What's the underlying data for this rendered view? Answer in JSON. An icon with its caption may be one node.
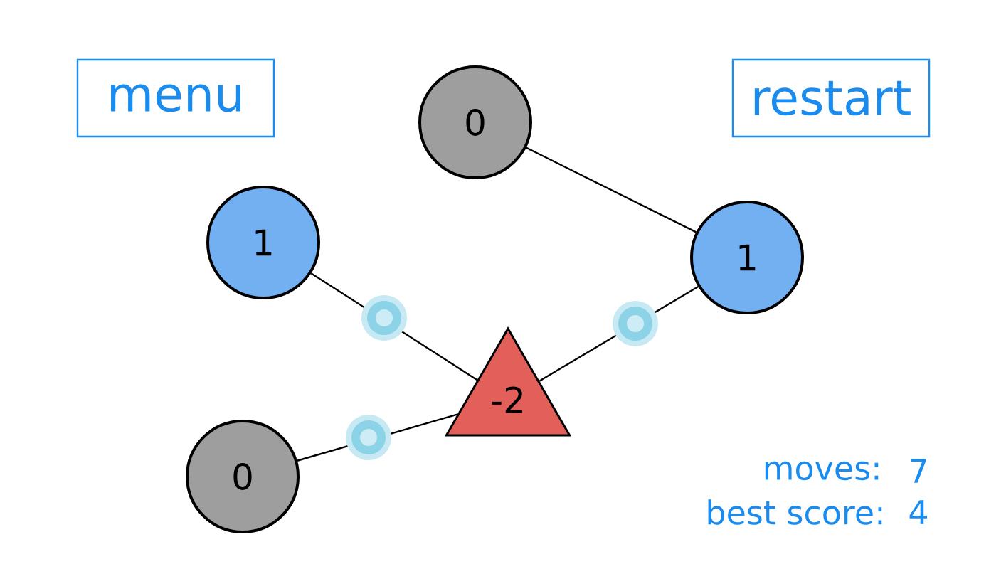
{
  "diagram": {
    "nodes": [
      {
        "text": [
          "menu"
        ]
      },
      {
        "text": [
          "restart"
        ]
      },
      {
        "text": [
          "0"
        ]
      },
      {
        "text": [
          "1"
        ]
      },
      {
        "text": [
          "1"
        ]
      },
      {
        "text": [
          "-2"
        ]
      },
      {
        "text": [
          "0"
        ]
      }
    ],
    "edges": [
      {
        "from": 2,
        "to": 4,
        "arrow": "none"
      },
      {
        "from": 3,
        "to": 5,
        "arrow": "none"
      },
      {
        "from": 4,
        "to": 5,
        "arrow": "none"
      },
      {
        "from": 6,
        "to": 5,
        "arrow": "none"
      }
    ],
    "labels": [
      "moves:",
      "7",
      "best score:",
      "4"
    ]
  }
}
